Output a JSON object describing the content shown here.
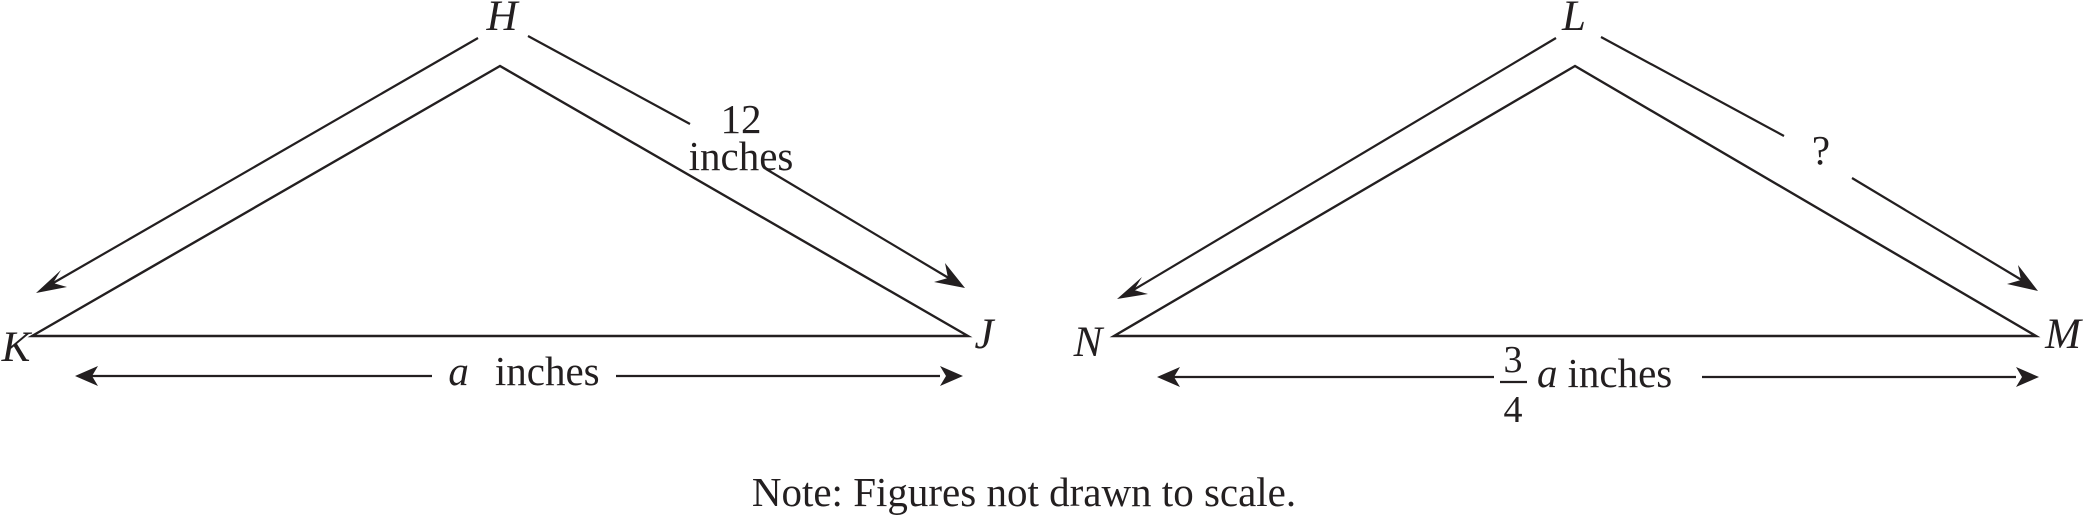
{
  "diagram": {
    "left_triangle": {
      "vertices": {
        "top": "H",
        "left": "K",
        "right": "J"
      },
      "side_label_number": "12",
      "side_label_unit": "inches",
      "base_variable": "a",
      "base_unit": "inches"
    },
    "right_triangle": {
      "vertices": {
        "top": "L",
        "left": "N",
        "right": "M"
      },
      "side_label": "?",
      "base_fraction_numerator": "3",
      "base_fraction_denominator": "4",
      "base_variable": "a",
      "base_unit": "inches"
    },
    "note": "Note: Figures not drawn to scale."
  }
}
